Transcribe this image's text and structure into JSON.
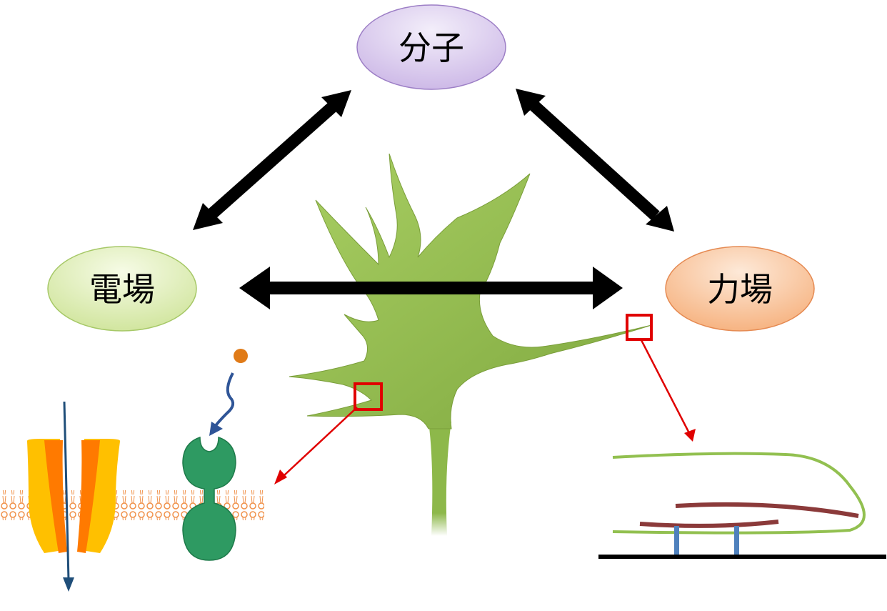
{
  "nodes": {
    "molecule": {
      "label": "分子",
      "fill_top": "#f3eefa",
      "fill_bottom": "#cbb6e6",
      "stroke": "#9d7fc6"
    },
    "electric": {
      "label": "電場",
      "fill_top": "#f6fbe6",
      "fill_bottom": "#cfe49a",
      "stroke": "#a6c867"
    },
    "mechanical": {
      "label": "力場",
      "fill_top": "#fde9d8",
      "fill_bottom": "#f6b07c",
      "stroke": "#e58a52"
    }
  },
  "colors": {
    "cell": "#8db84a",
    "cell_dark": "#6f9a33",
    "arrow": "#000000",
    "highlight_box": "#e00000",
    "channel_outer": "#ffc000",
    "channel_inner": "#ff7a00",
    "receptor": "#2e9a62",
    "ligand": "#e07b18",
    "ion_arrow": "#1f4e79",
    "membrane": "#f0914a",
    "fiber_green": "#92c050",
    "fiber_red": "#8b3a3a",
    "focal_adhesion": "#4f81bd",
    "substrate": "#000000"
  },
  "icons": {
    "arrows": [
      "double-arrow-molecule-electric",
      "double-arrow-molecule-mechanical",
      "double-arrow-electric-mechanical"
    ],
    "illustrations": [
      "neuron-cell",
      "ion-channel",
      "receptor",
      "ligand",
      "cell-membrane",
      "cytoskeleton-adhesion"
    ]
  }
}
